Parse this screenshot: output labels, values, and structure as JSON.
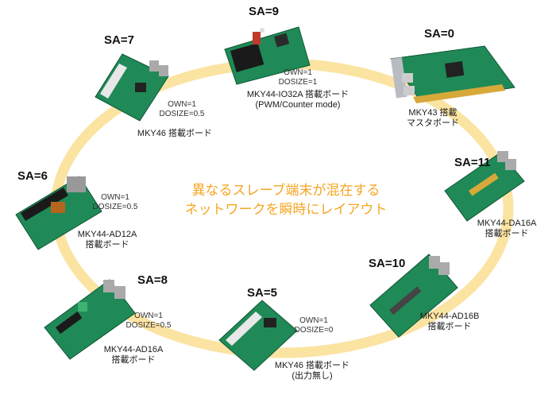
{
  "center_text": {
    "line1": "異なるスレーブ端末が混在する",
    "line2": "ネットワークを瞬時にレイアウト"
  },
  "colors": {
    "ring": "#fbe3a2",
    "center_text": "#f5a623",
    "board_green": "#1f8a57",
    "board_dark": "#14633e"
  },
  "nodes": [
    {
      "sa": "SA=0",
      "label1": "MKY43 搭載",
      "label2": "マスタボード",
      "own": "",
      "dosize": ""
    },
    {
      "sa": "SA=9",
      "label1": "MKY44-IO32A 搭載ボード",
      "label2": "(PWM/Counter mode)",
      "own": "OWN=1",
      "dosize": "DOSIZE=1"
    },
    {
      "sa": "SA=7",
      "label1": "MKY46 搭載ボード",
      "label2": "",
      "own": "OWN=1",
      "dosize": "DOSIZE=0.5"
    },
    {
      "sa": "SA=6",
      "label1": "MKY44-AD12A",
      "label2": "搭載ボード",
      "own": "OWN=1",
      "dosize": "DOSIZE=0.5"
    },
    {
      "sa": "SA=11",
      "label1": "MKY44-DA16A",
      "label2": "搭載ボード",
      "own": "",
      "dosize": ""
    },
    {
      "sa": "SA=10",
      "label1": "MKY44-AD16B",
      "label2": "搭載ボード",
      "own": "",
      "dosize": ""
    },
    {
      "sa": "SA=8",
      "label1": "MKY44-AD16A",
      "label2": "搭載ボード",
      "own": "OWN=1",
      "dosize": "DOSIZE=0.5"
    },
    {
      "sa": "SA=5",
      "label1": "MKY46 搭載ボード",
      "label2": "(出力無し)",
      "own": "OWN=1",
      "dosize": "DOSIZE=0"
    }
  ]
}
